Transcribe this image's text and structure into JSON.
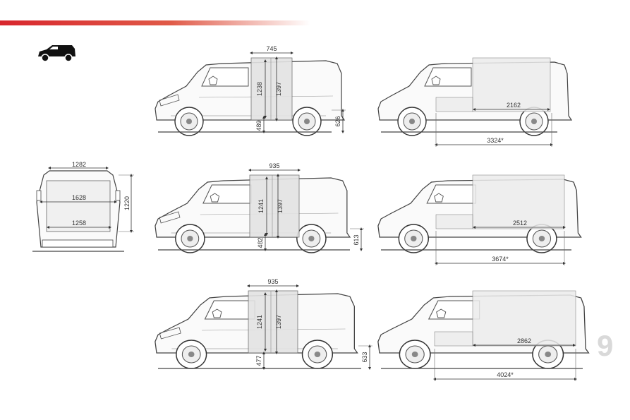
{
  "header": {
    "accent_color": "#d8262d"
  },
  "page_number": "9",
  "rear_view": {
    "top_width": "1282",
    "width_between_arches": "1628",
    "door_width": "1258",
    "height": "1220"
  },
  "side_views": [
    {
      "door_width": "745",
      "door_height": "1238",
      "height": "1397",
      "sill": "489",
      "floor": "626"
    },
    {
      "door_width": "935",
      "door_height": "1241",
      "height": "1397",
      "sill": "482",
      "floor": "613"
    },
    {
      "door_width": "935",
      "door_height": "1241",
      "height": "1397",
      "sill": "477",
      "floor": "633"
    }
  ],
  "cargo_views": [
    {
      "floor_length": "2162",
      "load_length": "3324*"
    },
    {
      "floor_length": "2512",
      "load_length": "3674*"
    },
    {
      "floor_length": "2862",
      "load_length": "4024*"
    }
  ]
}
